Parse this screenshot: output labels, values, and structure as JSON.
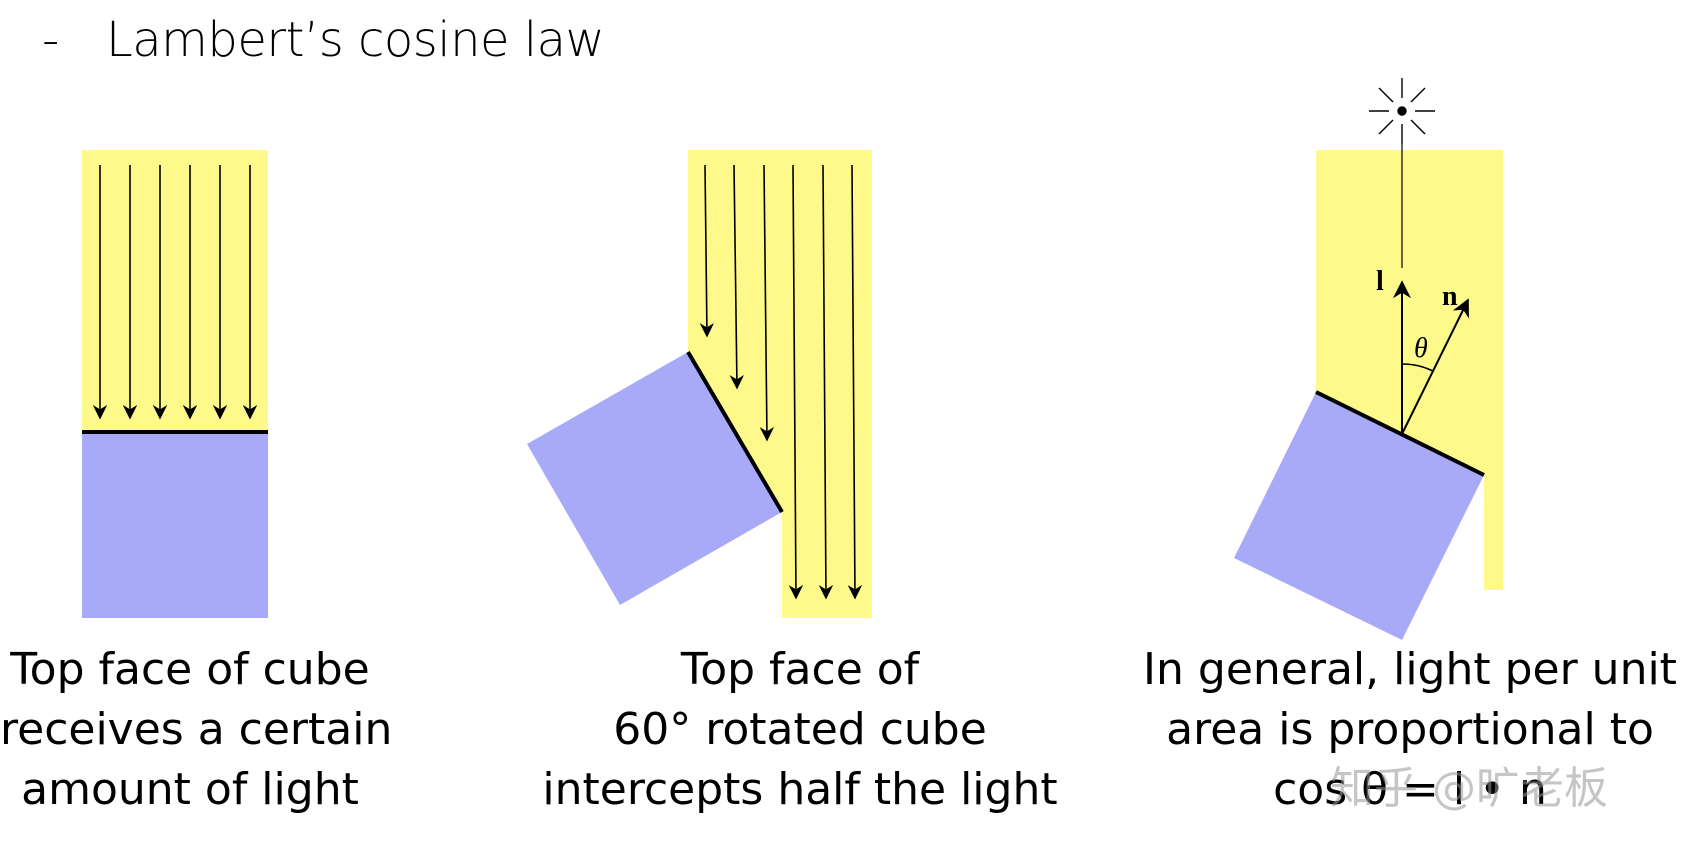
{
  "title": {
    "bullet": "-",
    "text": "Lambert’s cosine law"
  },
  "panels": [
    {
      "id": "flat",
      "caption_lines": [
        "Top face of cube",
        "receives a certain",
        "amount of light"
      ]
    },
    {
      "id": "rotated",
      "caption_lines": [
        "Top face of",
        "60° rotated cube",
        "intercepts half the light"
      ]
    },
    {
      "id": "general",
      "caption_lines": [
        "In general, light per unit",
        "area is proportional to",
        "cos θ = l • n"
      ],
      "labels": {
        "light_vector": "l",
        "normal_vector": "n",
        "angle": "θ"
      }
    }
  ],
  "watermark": "知乎 @旷老板",
  "colors": {
    "light_beam": "#fdf98a",
    "cube": "#a8aaf8",
    "ink": "#000000"
  },
  "icons": [
    "sun-icon"
  ]
}
